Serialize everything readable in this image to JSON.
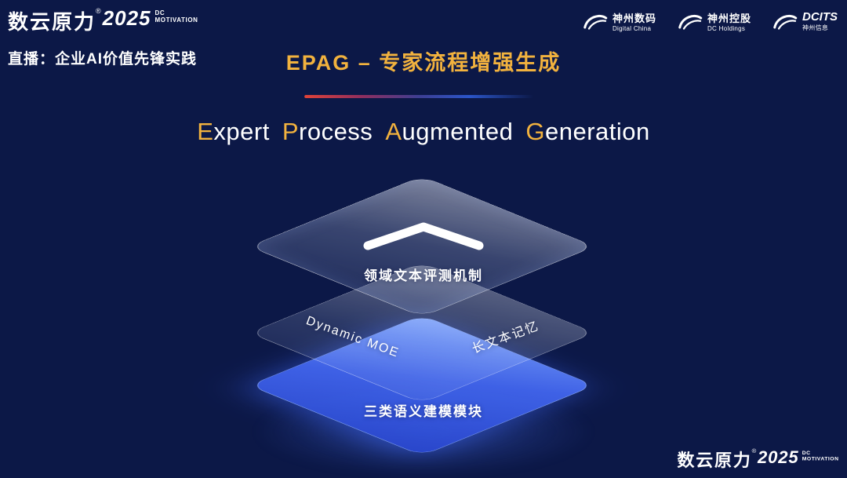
{
  "colors": {
    "background_navy": "#0C1847",
    "accent_gold": "#F2B23E",
    "layer_blue": "#4064EC",
    "divider_red": "#E04238"
  },
  "header": {
    "brand": {
      "name": "数云原力",
      "reg": "®",
      "year": "2025",
      "sub_line1": "DC",
      "sub_line2": "MOTIVATION"
    },
    "live_label": "直播：企业AI价值先锋实践",
    "title": "EPAG – 专家流程增强生成",
    "partners": [
      {
        "icon": "swoosh-icon",
        "name": "神州数码",
        "sub": "Digital China"
      },
      {
        "icon": "swoosh-icon",
        "name": "神州控股",
        "sub": "DC Holdings"
      },
      {
        "icon": "swoosh-icon",
        "name": "DCITS",
        "sub": "神州信息"
      }
    ]
  },
  "subtitle": {
    "full": "Expert Process Augmented Generation",
    "words": [
      {
        "initial": "E",
        "rest": "xpert"
      },
      {
        "initial": "P",
        "rest": "rocess"
      },
      {
        "initial": "A",
        "rest": "ugmented"
      },
      {
        "initial": "G",
        "rest": "eneration"
      }
    ]
  },
  "diagram": {
    "top_layer": {
      "icon": "chevron-up-icon",
      "label": "领域文本评测机制"
    },
    "middle_layer": {
      "label_left": "Dynamic MOE",
      "label_right": "长文本记忆"
    },
    "bottom_layer": {
      "label": "三类语义建模模块"
    }
  },
  "footer": {
    "brand": {
      "name": "数云原力",
      "reg": "®",
      "year": "2025",
      "sub_line1": "DC",
      "sub_line2": "MOTIVATION"
    }
  }
}
